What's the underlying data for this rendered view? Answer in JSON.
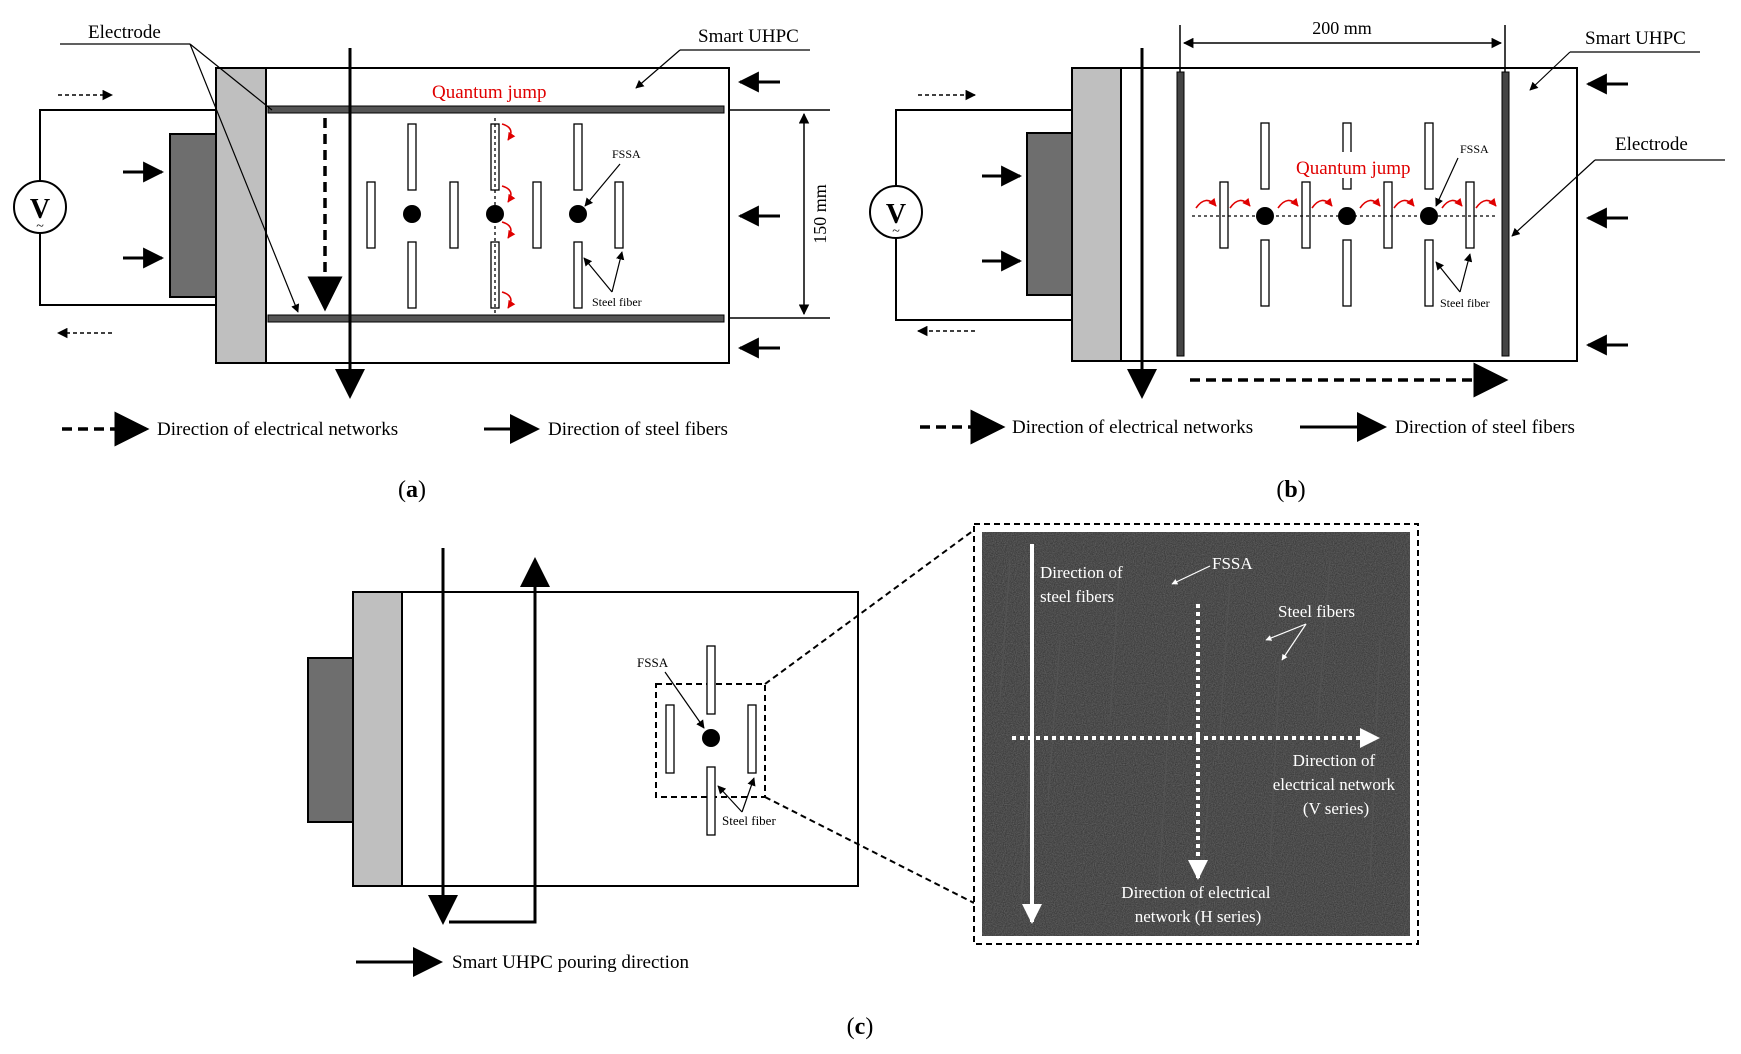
{
  "panel_a": {
    "electrode_label": "Electrode",
    "uhpc_label": "Smart UHPC",
    "quantum_jump": "Quantum jump",
    "fssa_label": "FSSA",
    "steel_fiber_label": "Steel fiber",
    "dimension_label": "150 mm",
    "voltmeter_symbol": "V",
    "legend_dashed": "Direction of electrical networks",
    "legend_solid": "Direction of steel fibers",
    "caption": "a"
  },
  "panel_b": {
    "dimension_label": "200 mm",
    "uhpc_label": "Smart UHPC",
    "electrode_label": "Electrode",
    "quantum_jump": "Quantum jump",
    "fssa_label": "FSSA",
    "steel_fiber_label": "Steel fiber",
    "voltmeter_symbol": "V",
    "legend_dashed": "Direction of electrical networks",
    "legend_solid": "Direction of steel fibers",
    "caption": "b"
  },
  "panel_c": {
    "fssa_label": "FSSA",
    "steel_fiber_label": "Steel fiber",
    "legend": "Smart UHPC pouring direction",
    "caption": "c",
    "photo": {
      "fibers_direction": [
        "Direction of",
        "steel fibers"
      ],
      "fssa": "FSSA",
      "steel_fibers": "Steel fibers",
      "v_series": [
        "Direction of",
        "electrical network",
        "(V series)"
      ],
      "h_series": [
        "Direction of electrical",
        "network (H series)"
      ]
    }
  },
  "colors": {
    "quantum_jump": "#e00000",
    "block_dark": "#6e6e6e",
    "block_light": "#bfbfbf",
    "photo_bg": "#2c2c2c"
  }
}
